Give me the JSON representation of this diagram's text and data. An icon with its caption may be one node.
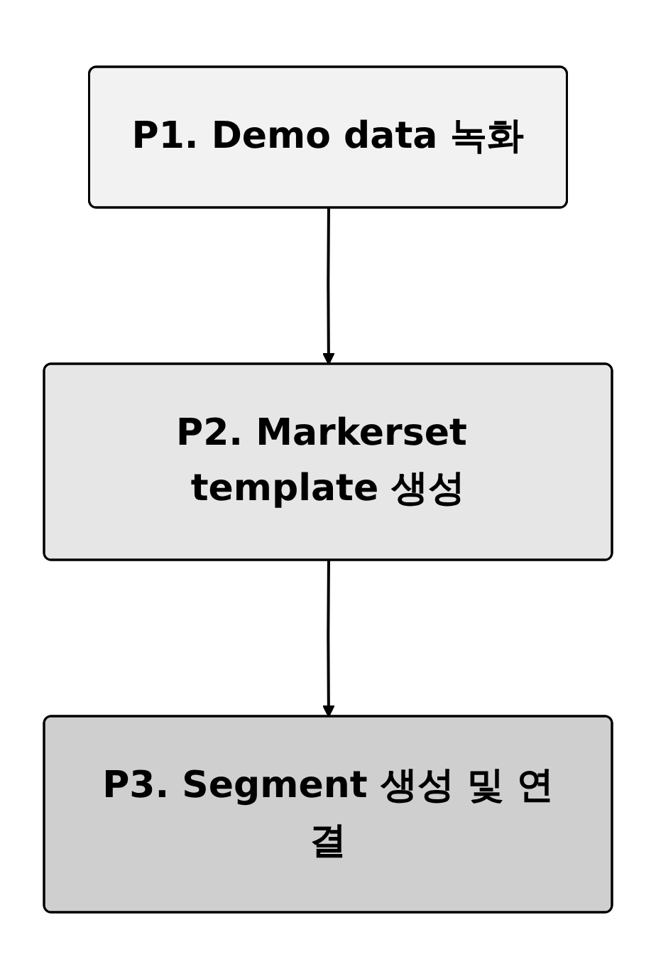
{
  "diagram": {
    "nodes": [
      {
        "text": [
          "P1. Demo data 녹화"
        ]
      },
      {
        "text": [
          "P2. Markerset template 생성"
        ]
      },
      {
        "text": [
          "P3. Segment 생성 및 연결"
        ]
      }
    ],
    "edges": [
      {
        "from": 0,
        "to": 1,
        "arrow": "to"
      },
      {
        "from": 1,
        "to": 2,
        "arrow": "to"
      }
    ]
  }
}
